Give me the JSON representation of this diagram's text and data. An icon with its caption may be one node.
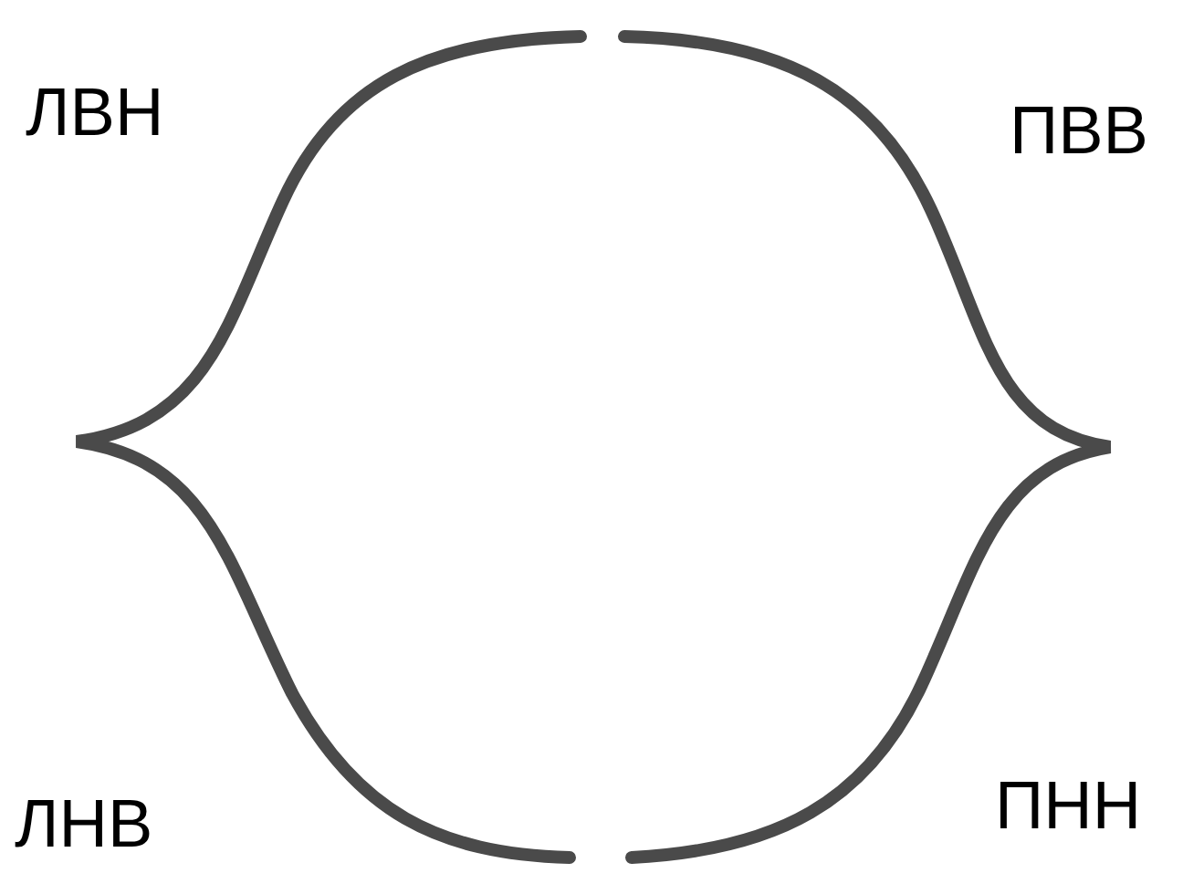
{
  "diagram": {
    "labels": [
      "ЛВН",
      "ПВВ",
      "ЛНВ",
      "ПНН"
    ]
  }
}
